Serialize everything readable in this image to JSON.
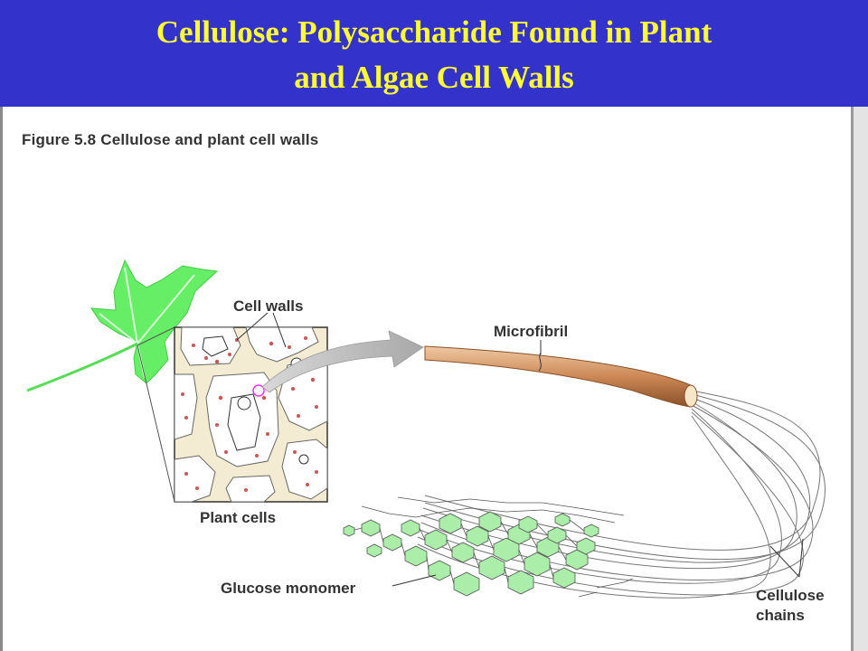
{
  "slide": {
    "title_line_1": "Cellulose: Polysaccharide Found in Plant",
    "title_line_2": "and Algae Cell Walls"
  },
  "figure": {
    "caption": "Figure 5.8  Cellulose and plant cell walls",
    "labels": {
      "cell_walls": "Cell walls",
      "plant_cells": "Plant cells",
      "microfibril": "Microfibril",
      "glucose_monomer": "Glucose monomer",
      "cellulose_chains_line1": "Cellulose",
      "cellulose_chains_line2": "chains"
    }
  },
  "colors": {
    "title_bar": "#3333cc",
    "title_text": "#ffff33",
    "leaf": "#66ee66",
    "microfibril": "#cc8855",
    "glucose": "#aaeeaa",
    "cell_wall": "#f3ecd2",
    "organelle": "#cc5555"
  }
}
